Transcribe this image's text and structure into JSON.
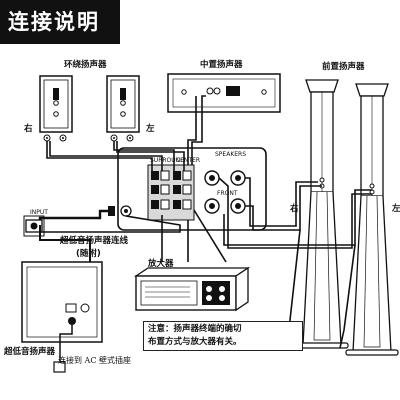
{
  "title": "连接说明",
  "labels": {
    "surround": "环绕扬声器",
    "center": "中置扬声器",
    "front": "前置扬声器",
    "right_surround": "右",
    "left_surround": "左",
    "right_front": "右",
    "left_front": "左",
    "sub_cable": "超低音扬声器连线",
    "sub_cable_note": "(随附)",
    "amplifier": "放大器",
    "subwoofer": "超低音扬声器",
    "ac_outlet": "连接到 AC 壁式插座"
  },
  "panel": {
    "surround_tag": "SURROUND",
    "center_tag": "CENTER",
    "speakers_tag": "SPEAKERS",
    "front_tag": "FRONT",
    "input_tag": "INPUT"
  },
  "note": {
    "line1": "注意：扬声器终端的确切",
    "line2": "布置方式与放大器有关。"
  },
  "colors": {
    "ink": "#111111",
    "background": "#ffffff",
    "title_bg": "#111111",
    "panel_gray": "#d9d9d9"
  }
}
